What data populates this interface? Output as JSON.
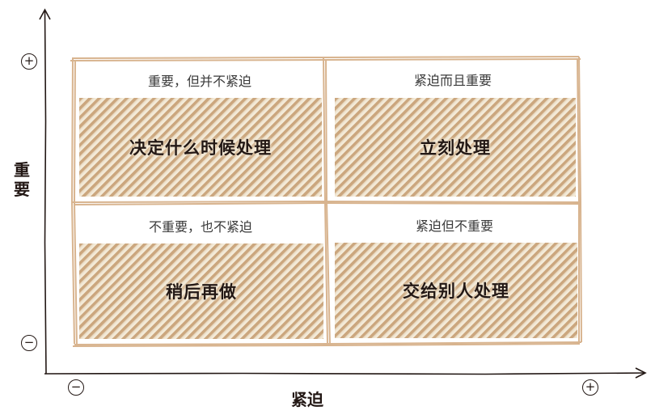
{
  "axes": {
    "x_label": "紧迫",
    "y_label": "重要",
    "y_top_symbol": "+",
    "y_bottom_symbol": "−",
    "x_left_symbol": "−",
    "x_right_symbol": "+"
  },
  "quadrants": {
    "top_left": {
      "subtitle": "重要，但并不紧迫",
      "label": "决定什么时候处理"
    },
    "top_right": {
      "subtitle": "紧迫而且重要",
      "label": "立刻处理"
    },
    "bottom_left": {
      "subtitle": "不重要，也不紧迫",
      "label": "稍后再做"
    },
    "bottom_right": {
      "subtitle": "紧迫但不重要",
      "label": "交给别人处理"
    }
  },
  "colors": {
    "ink": "#231815",
    "hatch": "#c9a379",
    "frame": "#d8b48f"
  }
}
